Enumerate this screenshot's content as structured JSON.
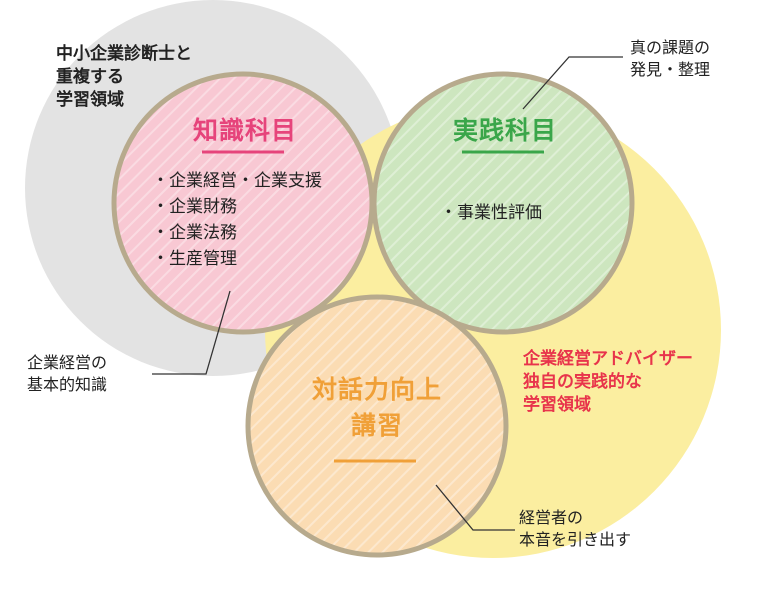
{
  "colors": {
    "gray_area": "#e3e3e3",
    "yellow_area": "#fbeea0",
    "circle_border": "#b7aa8d",
    "knowledge_fill": "#f8c8d3",
    "knowledge_title": "#e6447b",
    "practice_fill": "#cde6bf",
    "practice_title": "#3aa64a",
    "dialogue_fill": "#fbdcb3",
    "dialogue_title": "#f0a038",
    "accent_text": "#e8344b",
    "line": "#333333"
  },
  "labels": {
    "overlap_diagnosis": [
      "中小企業診断士と",
      "重複する",
      "学習領域"
    ],
    "issue_discovery": [
      "真の課題の",
      "発見・整理"
    ],
    "basic_knowledge": [
      "企業経営の",
      "基本的知識"
    ],
    "unique_area": [
      "企業経営アドバイザー",
      "独自の実践的な",
      "学習領域"
    ],
    "true_voice": [
      "経営者の",
      "本音を引き出す"
    ]
  },
  "circles": {
    "knowledge": {
      "title": "知識科目",
      "items": [
        "・企業経営・企業支援",
        "・企業財務",
        "・企業法務",
        "・生産管理"
      ]
    },
    "practice": {
      "title": "実践科目",
      "items": [
        "・事業性評価"
      ]
    },
    "dialogue": {
      "title_lines": [
        "対話力向上",
        "講習"
      ]
    }
  }
}
